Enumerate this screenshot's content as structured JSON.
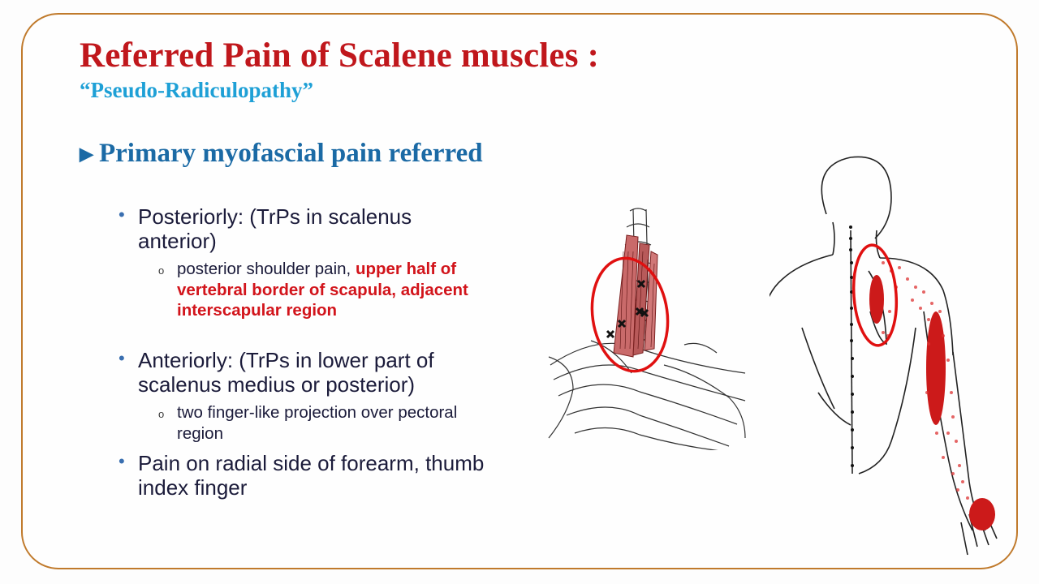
{
  "slide": {
    "title": "Referred Pain of Scalene muscles :",
    "subtitle": "“Pseudo-Radiculopathy”",
    "primary_bullet": "Primary myofascial pain referred",
    "items": [
      {
        "text": "Posteriorly: (TrPs in scalenus anterior)",
        "sub_plain": "posterior shoulder pain, ",
        "sub_emphasis": "upper half of vertebral border of scapula, adjacent interscapular region"
      },
      {
        "text": "Anteriorly: (TrPs in lower part of scalenus medius or posterior)",
        "sub_plain": "two finger-like projection over pectoral region"
      },
      {
        "text": "Pain on radial side of forearm, thumb index finger"
      }
    ],
    "icons": {
      "primary_bullet": "triangle-right-icon",
      "level1_bullet": "dot-icon",
      "level2_bullet": "ring-icon"
    },
    "colors": {
      "title": "#c0171c",
      "subtitle": "#1ea0d6",
      "primary": "#1b6aa5",
      "emphasis": "#d2141b",
      "frame": "#c07a2c"
    }
  }
}
